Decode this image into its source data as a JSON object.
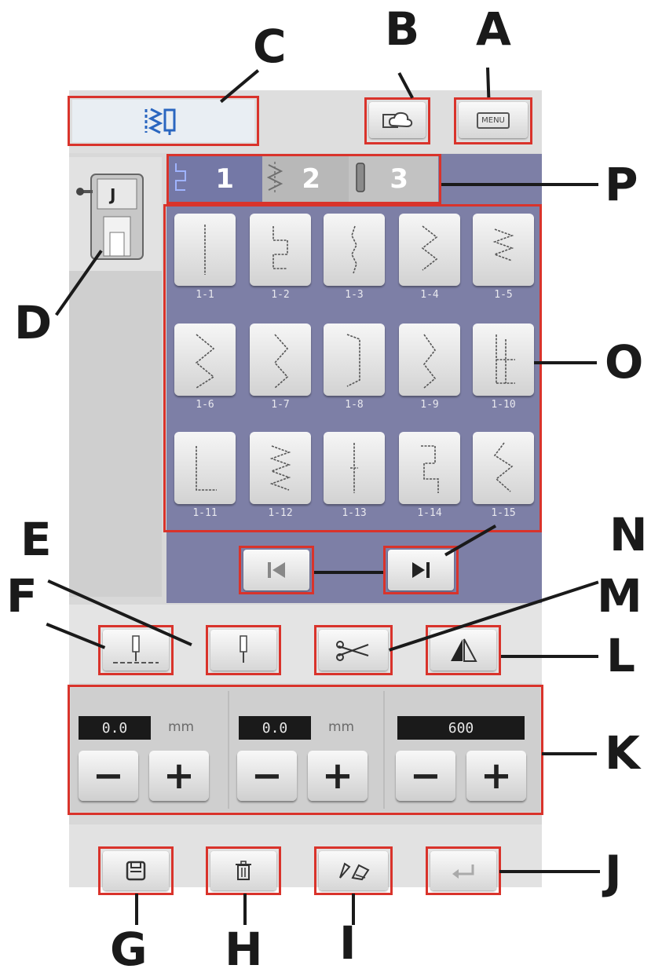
{
  "callouts": {
    "A": "A",
    "B": "B",
    "C": "C",
    "D": "D",
    "E": "E",
    "F": "F",
    "G": "G",
    "H": "H",
    "I": "I",
    "J": "J",
    "K": "K",
    "L": "L",
    "M": "M",
    "N": "N",
    "O": "O",
    "P": "P"
  },
  "icons": {
    "menu": "MENU",
    "presser_foot": "J"
  },
  "tabs": [
    {
      "label": "1",
      "selected": true
    },
    {
      "label": "2",
      "selected": false
    },
    {
      "label": "3",
      "selected": false
    }
  ],
  "stitches": [
    {
      "label": "1-1"
    },
    {
      "label": "1-2"
    },
    {
      "label": "1-3"
    },
    {
      "label": "1-4"
    },
    {
      "label": "1-5"
    },
    {
      "label": "1-6"
    },
    {
      "label": "1-7"
    },
    {
      "label": "1-8"
    },
    {
      "label": "1-9"
    },
    {
      "label": "1-10"
    },
    {
      "label": "1-11"
    },
    {
      "label": "1-12"
    },
    {
      "label": "1-13"
    },
    {
      "label": "1-14"
    },
    {
      "label": "1-15"
    }
  ],
  "adjusters": [
    {
      "value": "0.0",
      "unit": "mm",
      "minus": "−",
      "plus": "+"
    },
    {
      "value": "0.0",
      "unit": "mm",
      "minus": "−",
      "plus": "+"
    },
    {
      "value": "600",
      "unit": "",
      "minus": "−",
      "plus": "+"
    }
  ],
  "colors": {
    "highlight_border": "#d9332b",
    "pattern_panel": "#7d7fa6",
    "screen_bg": "#d8d8d8"
  }
}
